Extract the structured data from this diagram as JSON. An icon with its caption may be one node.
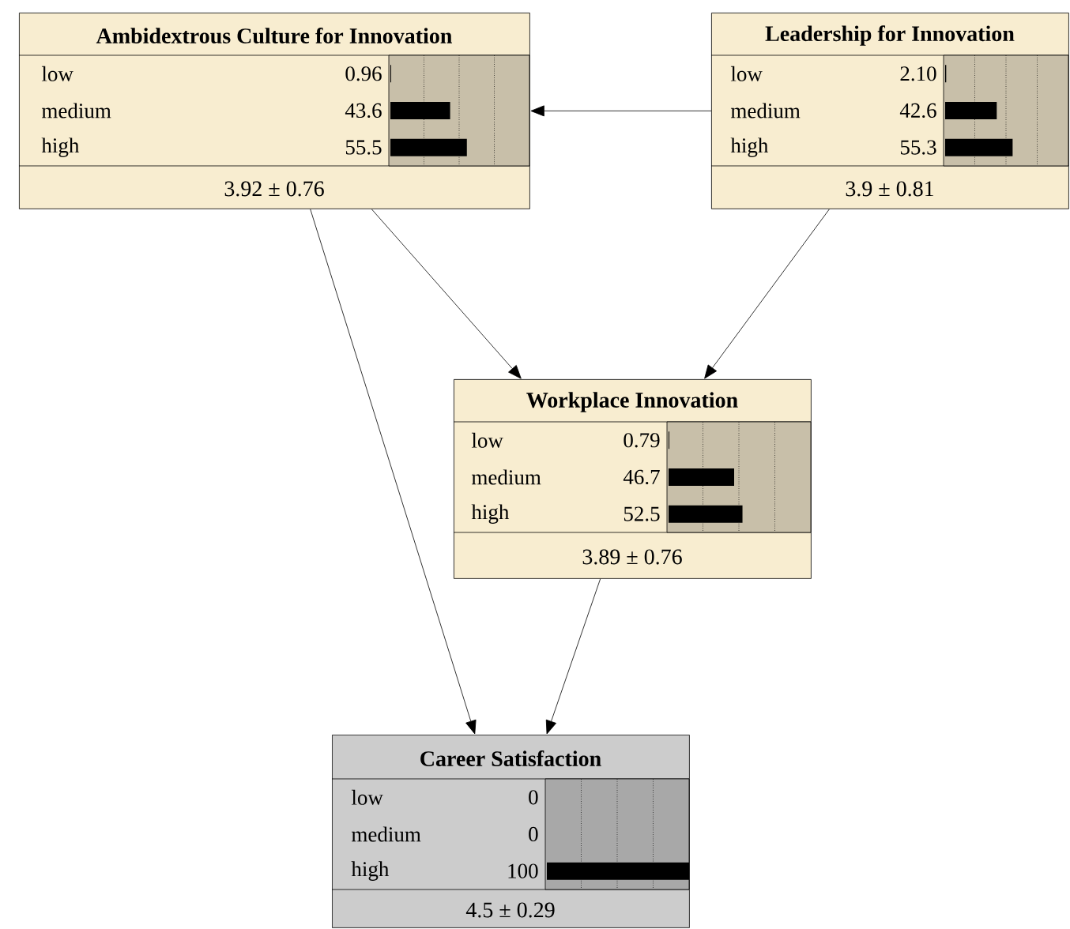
{
  "diagram": {
    "nodes": [
      {
        "text": [
          "Ambidextrous Culture for Innovation",
          "low",
          "0.96",
          "medium",
          "43.6",
          "high",
          "55.5",
          "3.92 ± 0.76"
        ]
      },
      {
        "text": [
          "Leadership for Innovation",
          "low",
          "2.10",
          "medium",
          "42.6",
          "high",
          "55.3",
          "3.9 ± 0.81"
        ]
      },
      {
        "text": [
          "Workplace Innovation",
          "low",
          "0.79",
          "medium",
          "46.7",
          "high",
          "52.5",
          "3.89 ± 0.76"
        ]
      },
      {
        "text": [
          "Career Satisfaction",
          "low",
          "0",
          "medium",
          "0",
          "high",
          "100",
          "4.5 ± 0.29"
        ]
      }
    ],
    "edges": [
      {
        "from": 1,
        "to": 0,
        "arrow": "to"
      },
      {
        "from": 0,
        "to": 2,
        "arrow": "to"
      },
      {
        "from": 1,
        "to": 2,
        "arrow": "to"
      },
      {
        "from": 0,
        "to": 3,
        "arrow": "to"
      },
      {
        "from": 2,
        "to": 3,
        "arrow": "to"
      }
    ]
  }
}
